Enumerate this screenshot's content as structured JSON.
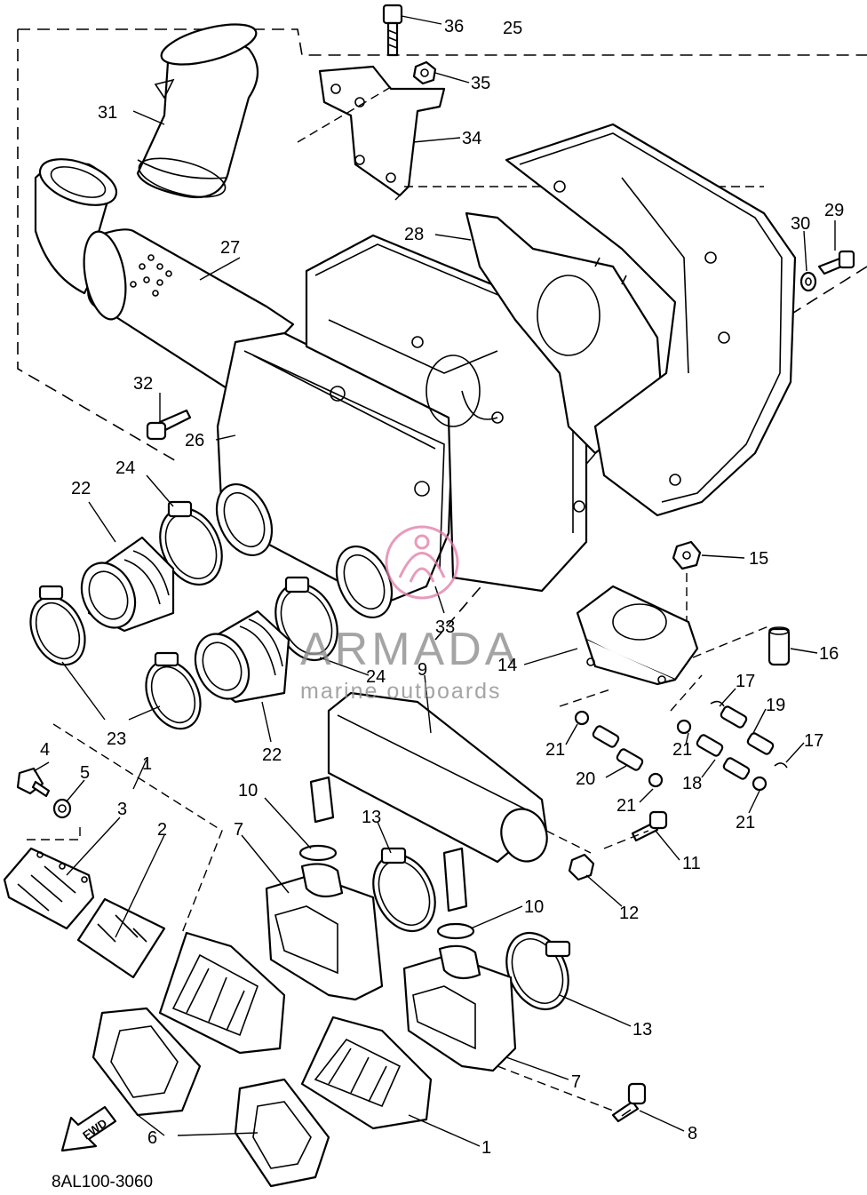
{
  "diagram": {
    "code": "8AL100-3060",
    "fwd_label": "FWD",
    "watermark": {
      "brand": "ARMADA",
      "tagline": "marine outboards",
      "accent_color": "#e07aa6",
      "text_color": "#8e8e8e"
    },
    "callouts": {
      "c36": "36",
      "c25": "25",
      "c35": "35",
      "c34": "34",
      "c31": "31",
      "c27": "27",
      "c28": "28",
      "c29": "29",
      "c30": "30",
      "c32": "32",
      "c26": "26",
      "c24a": "24",
      "c22a": "22",
      "c15": "15",
      "c16": "16",
      "c33": "33",
      "c14": "14",
      "c24b": "24",
      "c9": "9",
      "c23": "23",
      "c22b": "22",
      "c17a": "17",
      "c19": "19",
      "c21a": "21",
      "c21b": "21",
      "c17b": "17",
      "c20": "20",
      "c18": "18",
      "c21c": "21",
      "c21d": "21",
      "c4": "4",
      "c1a": "1",
      "c5": "5",
      "c3": "3",
      "c10a": "10",
      "c2": "2",
      "c7a": "7",
      "c13a": "13",
      "c11": "11",
      "c12": "12",
      "c10b": "10",
      "c13b": "13",
      "c7b": "7",
      "c8": "8",
      "c6": "6",
      "c1b": "1"
    }
  }
}
